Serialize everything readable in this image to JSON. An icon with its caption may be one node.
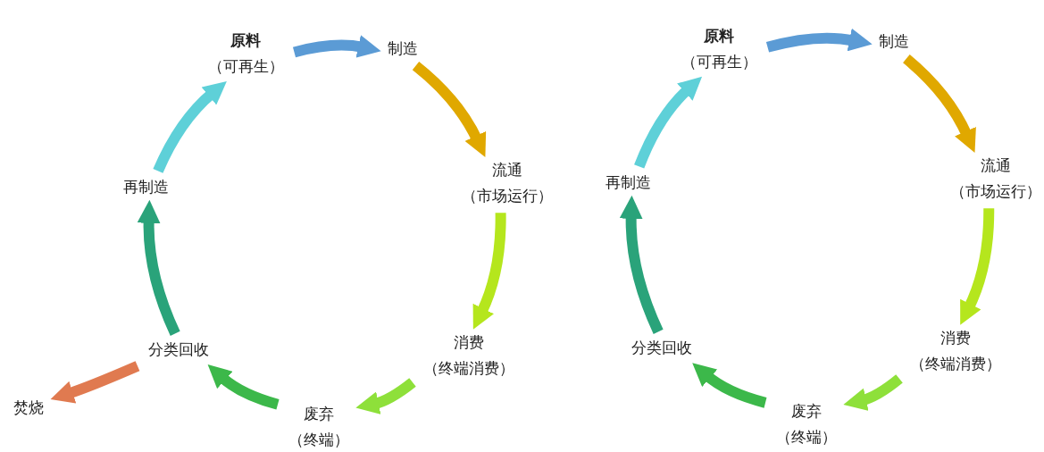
{
  "diagram": {
    "nodes": [
      {
        "text": [
          "原料",
          "（可再生）"
        ]
      },
      {
        "text": [
          "制造"
        ]
      },
      {
        "text": [
          "流通",
          "（市场运行）"
        ]
      },
      {
        "text": [
          "消费",
          "（终端消费）"
        ]
      },
      {
        "text": [
          "废弃",
          "（终端）"
        ]
      },
      {
        "text": [
          "分类回收"
        ]
      },
      {
        "text": [
          "再制造"
        ]
      },
      {
        "text": [
          "焚烧"
        ]
      },
      {
        "text": [
          "原料",
          "（可再生）"
        ]
      },
      {
        "text": [
          "制造"
        ]
      },
      {
        "text": [
          "流通",
          "（市场运行）"
        ]
      },
      {
        "text": [
          "消费",
          "（终端消费）"
        ]
      },
      {
        "text": [
          "废弃",
          "（终端）"
        ]
      },
      {
        "text": [
          "分类回收"
        ]
      },
      {
        "text": [
          "再制造"
        ]
      }
    ],
    "edges": [
      {
        "from": 0,
        "to": 1,
        "arrow": "to",
        "color": "#5b9bd5"
      },
      {
        "from": 1,
        "to": 2,
        "arrow": "to",
        "color": "#e0a800"
      },
      {
        "from": 2,
        "to": 3,
        "arrow": "to",
        "color": "#b5e61d"
      },
      {
        "from": 3,
        "to": 4,
        "arrow": "to",
        "color": "#8ee03a"
      },
      {
        "from": 4,
        "to": 5,
        "arrow": "to",
        "color": "#3cb84a"
      },
      {
        "from": 5,
        "to": 6,
        "arrow": "to",
        "color": "#2aa37a"
      },
      {
        "from": 6,
        "to": 0,
        "arrow": "to",
        "color": "#5ed0d8"
      },
      {
        "from": 5,
        "to": 7,
        "arrow": "to",
        "color": "#e07a50"
      },
      {
        "from": 8,
        "to": 9,
        "arrow": "to",
        "color": "#5b9bd5"
      },
      {
        "from": 9,
        "to": 10,
        "arrow": "to",
        "color": "#e0a800"
      },
      {
        "from": 10,
        "to": 11,
        "arrow": "to",
        "color": "#b5e61d"
      },
      {
        "from": 11,
        "to": 12,
        "arrow": "to",
        "color": "#8ee03a"
      },
      {
        "from": 12,
        "to": 13,
        "arrow": "to",
        "color": "#3cb84a"
      },
      {
        "from": 13,
        "to": 14,
        "arrow": "to",
        "color": "#2aa37a"
      },
      {
        "from": 14,
        "to": 8,
        "arrow": "to",
        "color": "#5ed0d8"
      }
    ]
  }
}
